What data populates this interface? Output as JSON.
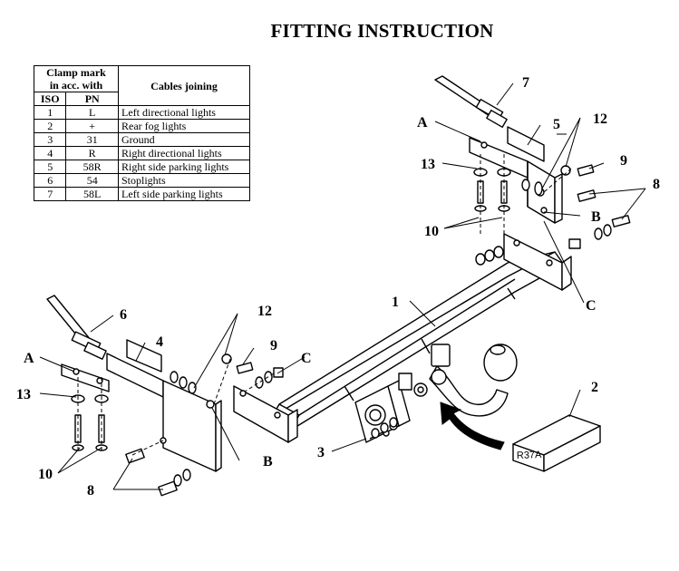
{
  "title": "FITTING INSTRUCTION",
  "table": {
    "header_group": "Clamp mark in acc. with",
    "header_group_line1": "Clamp mark",
    "header_group_line2": "in acc. with",
    "header_cables": "Cables joining",
    "col_iso": "ISO",
    "col_pn": "PN",
    "rows": [
      {
        "iso": "1",
        "pn": "L",
        "desc": "Left directional lights"
      },
      {
        "iso": "2",
        "pn": "+",
        "desc": "Rear fog lights"
      },
      {
        "iso": "3",
        "pn": "31",
        "desc": "Ground"
      },
      {
        "iso": "4",
        "pn": "R",
        "desc": "Right directional lights"
      },
      {
        "iso": "5",
        "pn": "58R",
        "desc": "Right side parking lights"
      },
      {
        "iso": "6",
        "pn": "54",
        "desc": "Stoplights"
      },
      {
        "iso": "7",
        "pn": "58L",
        "desc": "Left side parking lights"
      }
    ]
  },
  "labels": {
    "n1": "1",
    "n2": "2",
    "n3": "3",
    "n4": "4",
    "n5": "5",
    "n6": "6",
    "n7": "7",
    "n8": "8",
    "n9": "9",
    "n10": "10",
    "n12": "12",
    "n13": "13",
    "a": "A",
    "b": "B",
    "c": "C"
  },
  "box_marking": "R37A"
}
